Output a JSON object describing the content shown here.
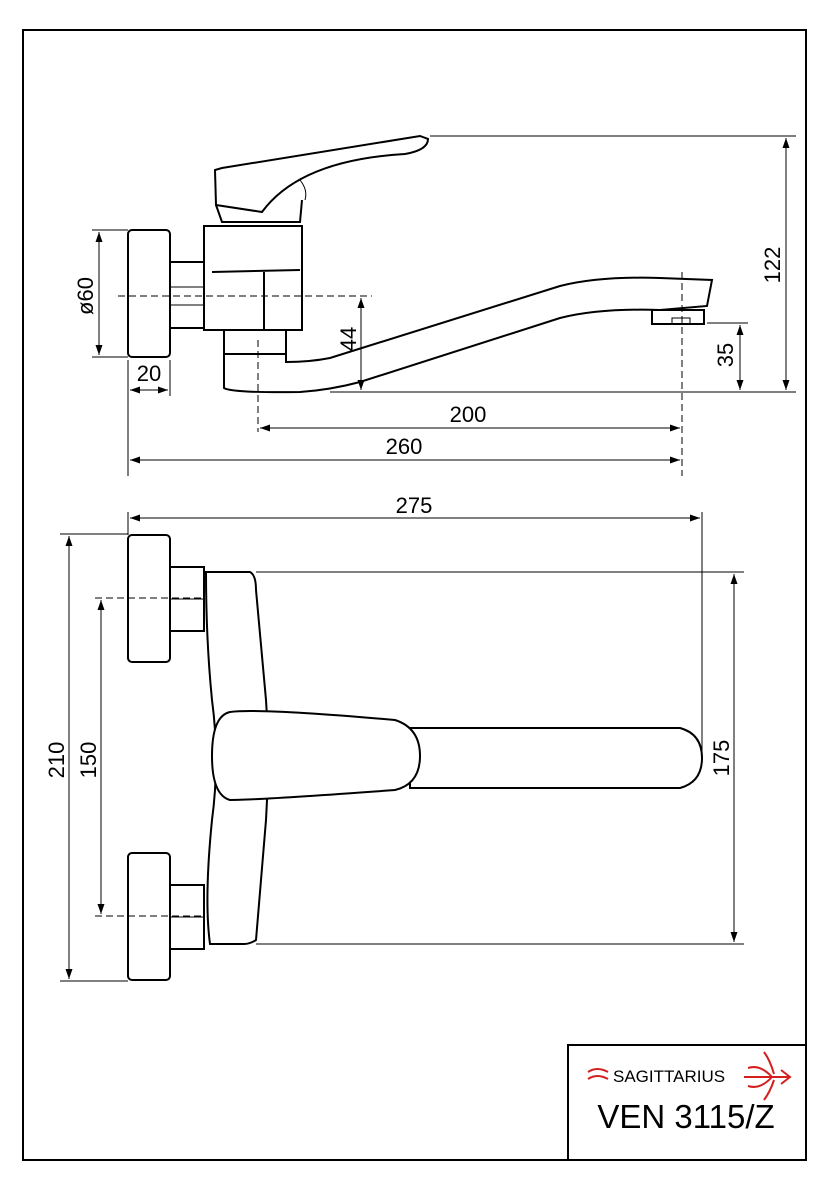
{
  "dimensions": {
    "diameter": "ø60",
    "nut_depth": "20",
    "spout_height": "44",
    "spout_reach": "200",
    "overall_reach": "260",
    "total_height": "122",
    "aerator_height": "35",
    "overall_depth": "275",
    "total_width": "210",
    "center_spacing": "150",
    "lever_span": "175"
  },
  "title_block": {
    "brand": "SAGITTARIUS",
    "model": "VEN 3115/Z"
  },
  "colors": {
    "line": "#000000",
    "brand_accent": "#d3201f"
  },
  "icons": {
    "brand_logo": "sagittarius-arrow-logo-icon"
  }
}
